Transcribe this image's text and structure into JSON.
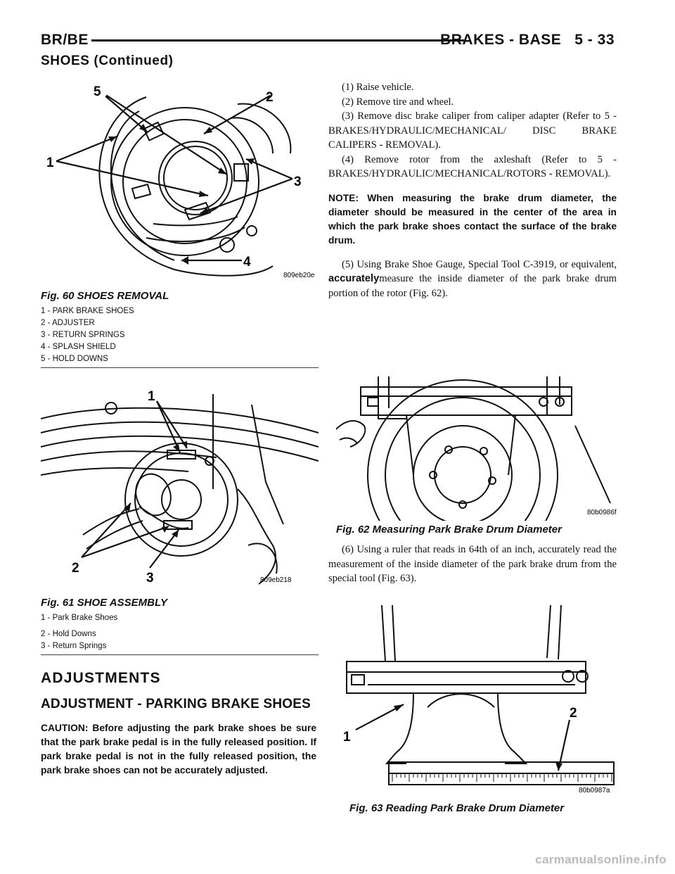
{
  "header": {
    "left": "BR/BE",
    "right_title": "BRAKES - BASE",
    "page_number": "5 - 33"
  },
  "section_continued": "SHOES (Continued)",
  "fig60": {
    "code": "809eb20e",
    "caption": "Fig. 60 SHOES REMOVAL",
    "callouts": [
      "1",
      "2",
      "3",
      "4",
      "5"
    ],
    "legend": [
      "1 - PARK BRAKE SHOES",
      "2 - ADJUSTER",
      "3 - RETURN SPRINGS",
      "4 - SPLASH SHIELD",
      "5 - HOLD DOWNS"
    ]
  },
  "fig61": {
    "code": "809eb218",
    "caption": "Fig. 61 SHOE ASSEMBLY",
    "callouts": [
      "1",
      "2",
      "3"
    ],
    "legend": [
      "1 - Park Brake Shoes",
      "2 - Hold Downs",
      "3 - Return Springs"
    ]
  },
  "adjustments": {
    "heading": "ADJUSTMENTS",
    "subheading": "ADJUSTMENT - PARKING BRAKE SHOES",
    "caution": "CAUTION: Before adjusting the park brake shoes be sure that the park brake pedal is in the fully released position. If park brake pedal is not in the fully released position, the park brake shoes can not be accurately adjusted."
  },
  "steps": {
    "s1": "(1) Raise vehicle.",
    "s2": "(2) Remove tire and wheel.",
    "s3": "(3) Remove disc brake caliper from caliper adapter (Refer to 5 - BRAKES/HYDRAULIC/MECHANICAL/ DISC BRAKE CALIPERS - REMOVAL).",
    "s4": "(4) Remove rotor from the axleshaft (Refer to 5 - BRAKES/HYDRAULIC/MECHANICAL/ROTORS - REMOVAL).",
    "note": "NOTE: When measuring the brake drum diameter, the diameter should be measured in the center of the area in which the park brake shoes contact the surface of the brake drum.",
    "s5_before": "(5) Using Brake Shoe Gauge, Special Tool C-3919, or equivalent, ",
    "s5_bold": "accurately",
    "s5_after": "measure the inside diameter of the park brake drum portion of the rotor (Fig. 62).",
    "s6": "(6) Using a ruler that reads in 64th of an inch, accurately read the measurement of the inside diameter of the park brake drum from the special tool (Fig. 63)."
  },
  "fig62": {
    "code": "80b0986f",
    "caption": "Fig. 62 Measuring Park Brake Drum Diameter"
  },
  "fig63": {
    "code": "80b0987a",
    "caption": "Fig. 63 Reading Park Brake Drum Diameter",
    "callouts": [
      "1",
      "2"
    ]
  },
  "watermark": "carmanualsonline.info"
}
